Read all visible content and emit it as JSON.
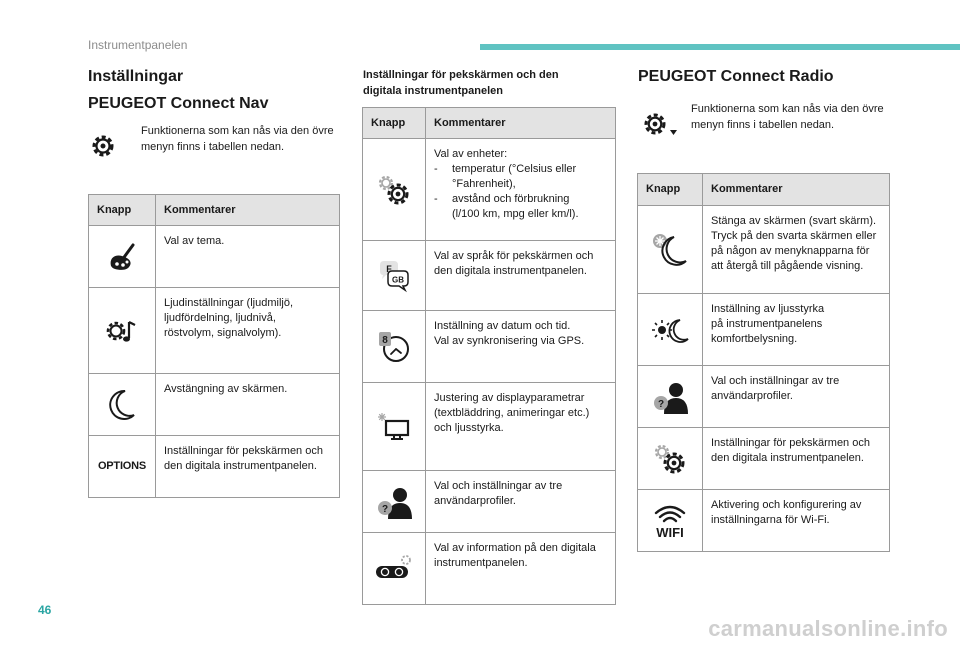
{
  "header": {
    "section": "Instrumentpanelen"
  },
  "page_number": "46",
  "watermark": "carmanualsonline.info",
  "left": {
    "title": "Inställningar",
    "subtitle": "PEUGEOT Connect Nav",
    "intro": "Funktionerna som kan nås via den övre menyn finns i tabellen nedan.",
    "table": {
      "col1": "Knapp",
      "col2": "Kommentarer",
      "rows": [
        {
          "icon": "palette-icon",
          "text": [
            "Val av tema."
          ]
        },
        {
          "icon": "settings-music-icon",
          "text": [
            "Ljudinställningar (ljudmiljö,",
            "ljudfördelning, ljudnivå,",
            "röstvolym, signalvolym)."
          ]
        },
        {
          "icon": "moon-icon",
          "text": [
            "Avstängning av skärmen."
          ]
        },
        {
          "icon": "options-icon",
          "icon_label": "OPTIONS",
          "text": [
            "Inställningar för pekskärmen och",
            "den digitala instrumentpanelen."
          ]
        }
      ]
    }
  },
  "middle": {
    "title_lines": [
      "Inställningar för pekskärmen och den",
      "digitala instrumentpanelen"
    ],
    "table": {
      "col1": "Knapp",
      "col2": "Kommentarer",
      "rows": [
        {
          "icon": "double-gear-icon",
          "text_intro": "Val av enheter:",
          "items": [
            {
              "dash": "-",
              "text": "temperatur (°Celsius eller",
              "cont": "°Fahrenheit),"
            },
            {
              "dash": "-",
              "text": "avstånd och förbrukning",
              "cont": "(l/100 km, mpg eller km/l)."
            }
          ]
        },
        {
          "icon": "language-icon",
          "icon_f": "F",
          "icon_gb": "GB",
          "text": [
            "Val av språk för pekskärmen och",
            "den digitala instrumentpanelen."
          ]
        },
        {
          "icon": "clock-calendar-icon",
          "icon_day": "8",
          "text": [
            "Inställning av datum och tid.",
            "Val av synkronisering via GPS."
          ]
        },
        {
          "icon": "display-icon",
          "text": [
            "Justering av displayparametrar",
            "(textbläddring, animeringar etc.)",
            "och ljusstyrka."
          ]
        },
        {
          "icon": "user-profile-icon",
          "icon_q": "?",
          "text": [
            "Val och inställningar av tre",
            "användarprofiler."
          ]
        },
        {
          "icon": "instrument-cluster-icon",
          "text": [
            "Val av information på den digitala",
            "instrumentpanelen."
          ]
        }
      ]
    }
  },
  "right": {
    "title": "PEUGEOT Connect Radio",
    "intro": "Funktionerna som kan nås via den övre menyn finns i tabellen nedan.",
    "table": {
      "col1": "Knapp",
      "col2": "Kommentarer",
      "rows": [
        {
          "icon": "screen-off-icon",
          "text": [
            "Stänga av skärmen (svart skärm).",
            "Tryck på den svarta skärmen eller",
            "på någon av menyknapparna för",
            "att återgå till pågående visning."
          ]
        },
        {
          "icon": "brightness-icon",
          "text": [
            "Inställning av ljusstyrka",
            "på instrumentpanelens",
            "komfortbelysning."
          ]
        },
        {
          "icon": "user-profile-icon",
          "icon_q": "?",
          "text": [
            "Val och inställningar av tre",
            "användarprofiler."
          ]
        },
        {
          "icon": "double-gear-icon",
          "text": [
            "Inställningar för pekskärmen och",
            "den digitala instrumentpanelen."
          ]
        },
        {
          "icon": "wifi-icon",
          "icon_label": "WIFI",
          "text": [
            "Aktivering och konfigurering av",
            "inställningarna för Wi-Fi."
          ]
        }
      ]
    }
  },
  "colors": {
    "accent": "#5fc3c2",
    "page_number": "#2aa5a3",
    "table_header": "#e3e3e3",
    "icon_grey": "#a6a6a6"
  }
}
